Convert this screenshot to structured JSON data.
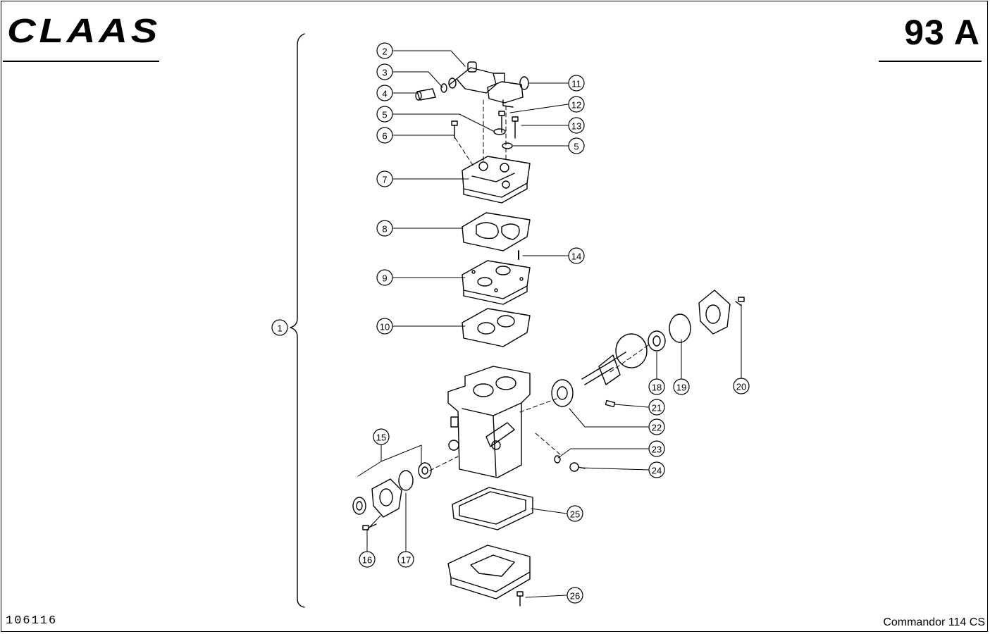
{
  "header": {
    "brand": "CLAAS",
    "page_ref": "93 A"
  },
  "footer": {
    "drawing_number": "106116",
    "model": "Commandor 114 CS"
  },
  "callouts": [
    {
      "id": "c1",
      "label": "1"
    },
    {
      "id": "c2",
      "label": "2"
    },
    {
      "id": "c3",
      "label": "3"
    },
    {
      "id": "c4",
      "label": "4"
    },
    {
      "id": "c5a",
      "label": "5"
    },
    {
      "id": "c5b",
      "label": "5"
    },
    {
      "id": "c6",
      "label": "6"
    },
    {
      "id": "c7",
      "label": "7"
    },
    {
      "id": "c8",
      "label": "8"
    },
    {
      "id": "c9",
      "label": "9"
    },
    {
      "id": "c10",
      "label": "10"
    },
    {
      "id": "c11",
      "label": "11"
    },
    {
      "id": "c12",
      "label": "12"
    },
    {
      "id": "c13",
      "label": "13"
    },
    {
      "id": "c14",
      "label": "14"
    },
    {
      "id": "c15",
      "label": "15"
    },
    {
      "id": "c16",
      "label": "16"
    },
    {
      "id": "c17",
      "label": "17"
    },
    {
      "id": "c18",
      "label": "18"
    },
    {
      "id": "c19",
      "label": "19"
    },
    {
      "id": "c20",
      "label": "20"
    },
    {
      "id": "c21",
      "label": "21"
    },
    {
      "id": "c22",
      "label": "22"
    },
    {
      "id": "c23",
      "label": "23"
    },
    {
      "id": "c24",
      "label": "24"
    },
    {
      "id": "c25",
      "label": "25"
    },
    {
      "id": "c26",
      "label": "26"
    }
  ]
}
